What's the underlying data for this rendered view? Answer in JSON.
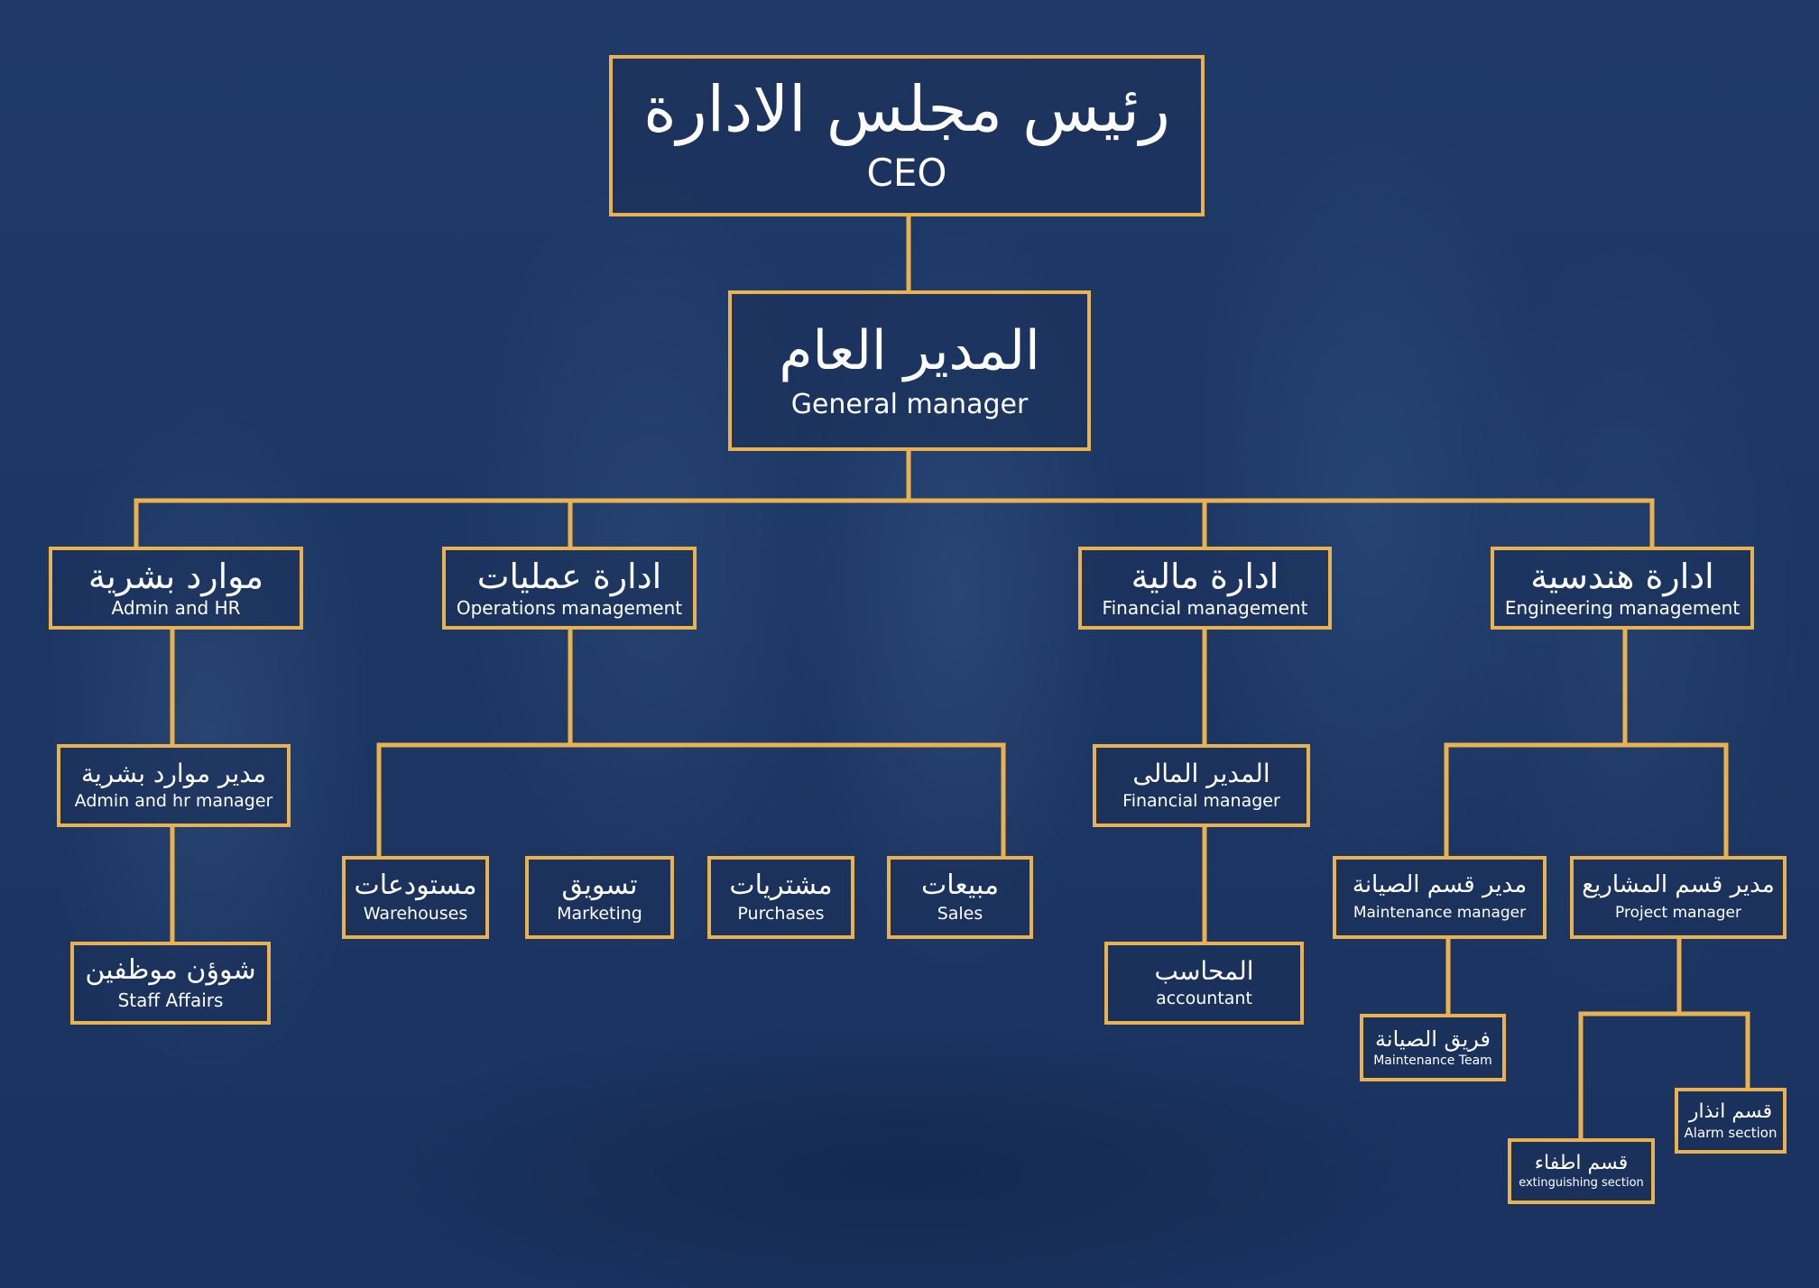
{
  "nodes": {
    "ceo": {
      "ar": "رئيس مجلس الادارة",
      "en": "CEO"
    },
    "gm": {
      "ar": "المدير العام",
      "en": "General manager"
    },
    "hr": {
      "ar": "موارد بشرية",
      "en": "Admin and HR"
    },
    "ops": {
      "ar": "ادارة عمليات",
      "en": "Operations management"
    },
    "fin": {
      "ar": "ادارة مالية",
      "en": "Financial management"
    },
    "eng": {
      "ar": "ادارة هندسية",
      "en": "Engineering management"
    },
    "hr_manager": {
      "ar": "مدير موارد بشرية",
      "en": "Admin and hr manager"
    },
    "staff_affairs": {
      "ar": "شوؤن موظفين",
      "en": "Staff Affairs"
    },
    "warehouses": {
      "ar": "مستودعات",
      "en": "Warehouses"
    },
    "marketing": {
      "ar": "تسويق",
      "en": "Marketing"
    },
    "purchases": {
      "ar": "مشتريات",
      "en": "Purchases"
    },
    "sales": {
      "ar": "مبيعات",
      "en": "Sales"
    },
    "fin_manager": {
      "ar": "المدير المالى",
      "en": "Financial manager"
    },
    "accountant": {
      "ar": "المحاسب",
      "en": "accountant"
    },
    "maint_manager": {
      "ar": "مدير قسم الصيانة",
      "en": "Maintenance manager"
    },
    "project_manager": {
      "ar": "مدير قسم المشاريع",
      "en": "Project manager"
    },
    "maint_team": {
      "ar": "فريق الصيانة",
      "en": "Maintenance Team"
    },
    "alarm": {
      "ar": "قسم انذار",
      "en": "Alarm section"
    },
    "extinguishing": {
      "ar": "قسم اطفاء",
      "en": "extinguishing section"
    }
  },
  "colors": {
    "background": "#1d3764",
    "line": "#e9b24e",
    "text": "#ffffff"
  }
}
